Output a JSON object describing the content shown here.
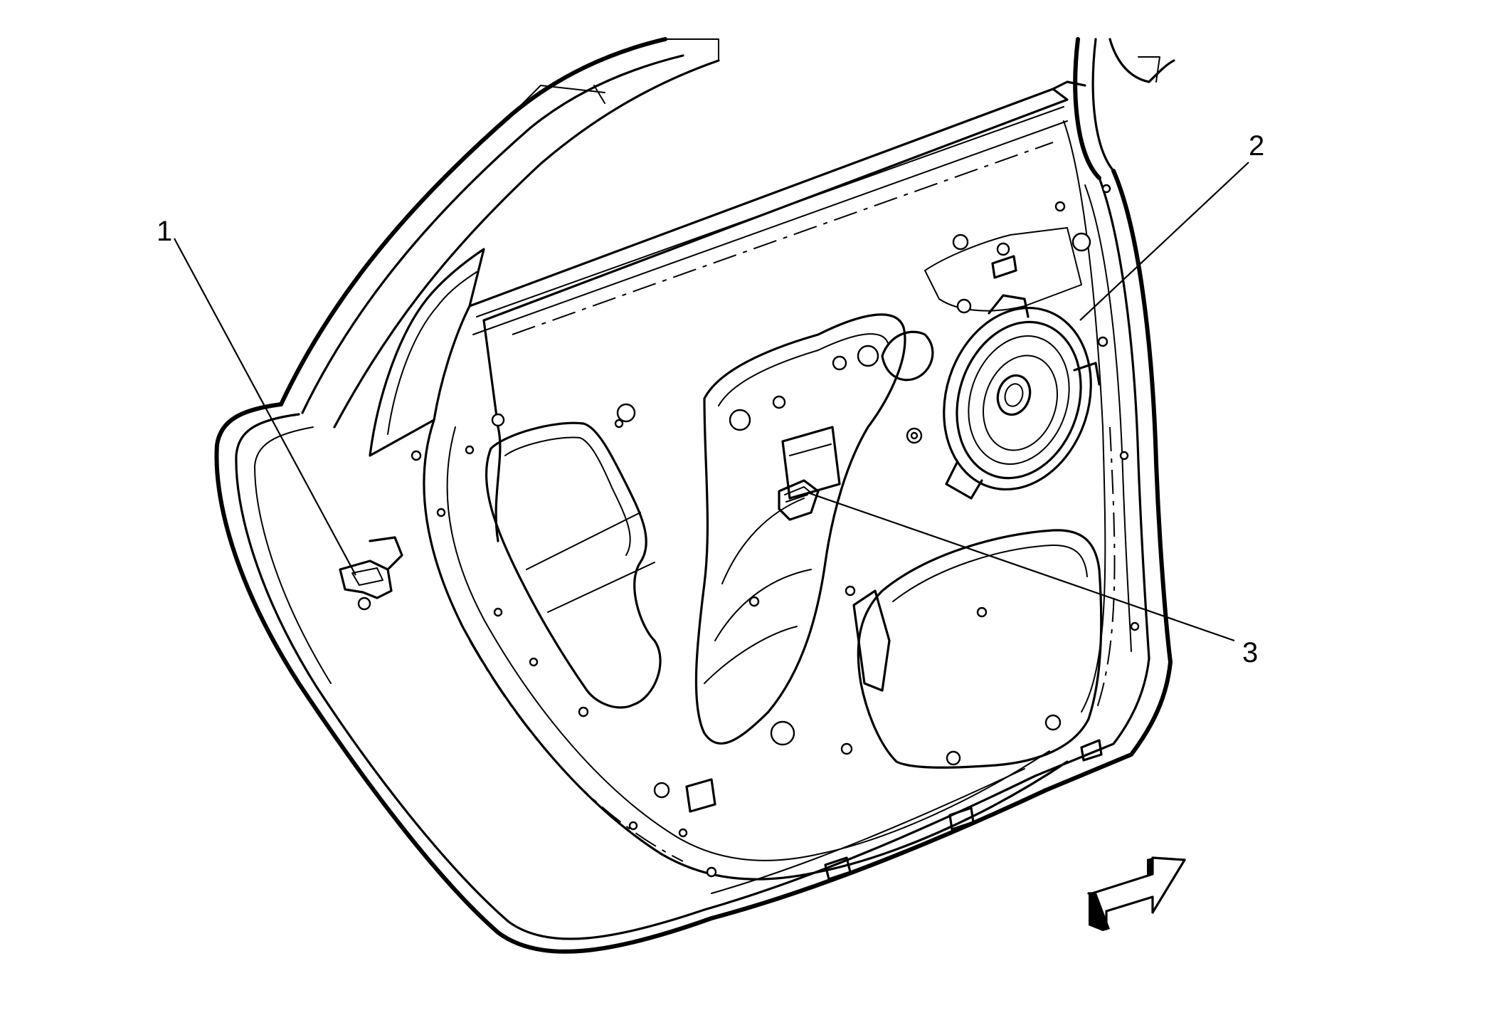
{
  "callouts": [
    {
      "id": "1",
      "label": "1",
      "part": "door-lock-bracket"
    },
    {
      "id": "2",
      "label": "2",
      "part": "door-speaker"
    },
    {
      "id": "3",
      "label": "3",
      "part": "door-connector"
    }
  ],
  "colors": {
    "line": "#000000",
    "background": "#ffffff"
  },
  "icons": {
    "view_arrow": "forward-view-arrow-icon"
  }
}
